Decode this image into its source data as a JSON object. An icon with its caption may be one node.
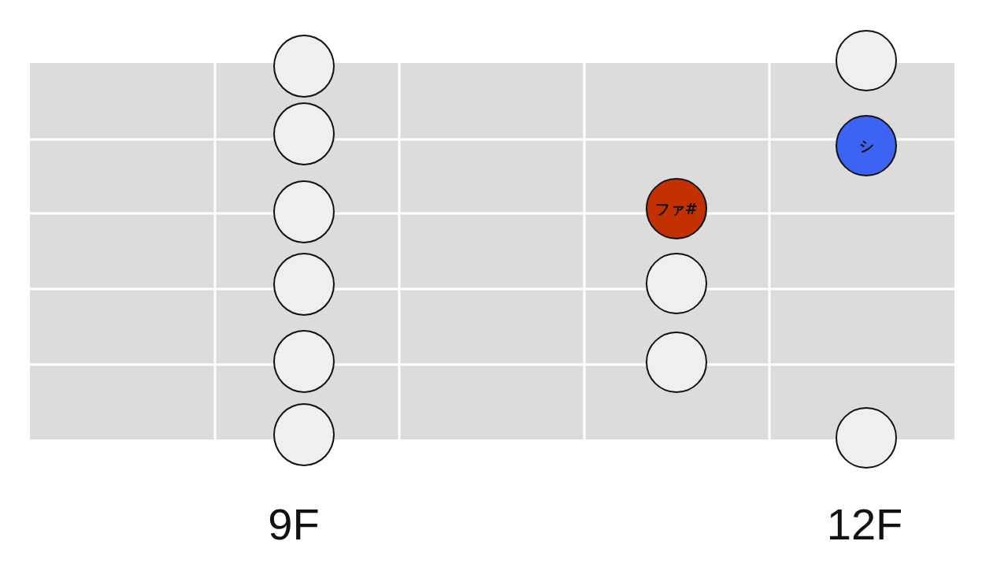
{
  "diagram": {
    "nodes": [
      {
        "text": [],
        "shape": "circle"
      },
      {
        "text": [],
        "shape": "circle"
      },
      {
        "text": [],
        "shape": "circle"
      },
      {
        "text": [],
        "shape": "circle"
      },
      {
        "text": [],
        "shape": "circle"
      },
      {
        "text": [],
        "shape": "circle"
      },
      {
        "text": [
          "ファ#"
        ]
      },
      {
        "text": [],
        "shape": "circle"
      },
      {
        "text": [],
        "shape": "circle"
      },
      {
        "text": [],
        "shape": "circle"
      },
      {
        "text": [
          "シ"
        ]
      },
      {
        "text": [],
        "shape": "circle"
      }
    ],
    "labels": [
      "9F",
      "12F"
    ]
  }
}
